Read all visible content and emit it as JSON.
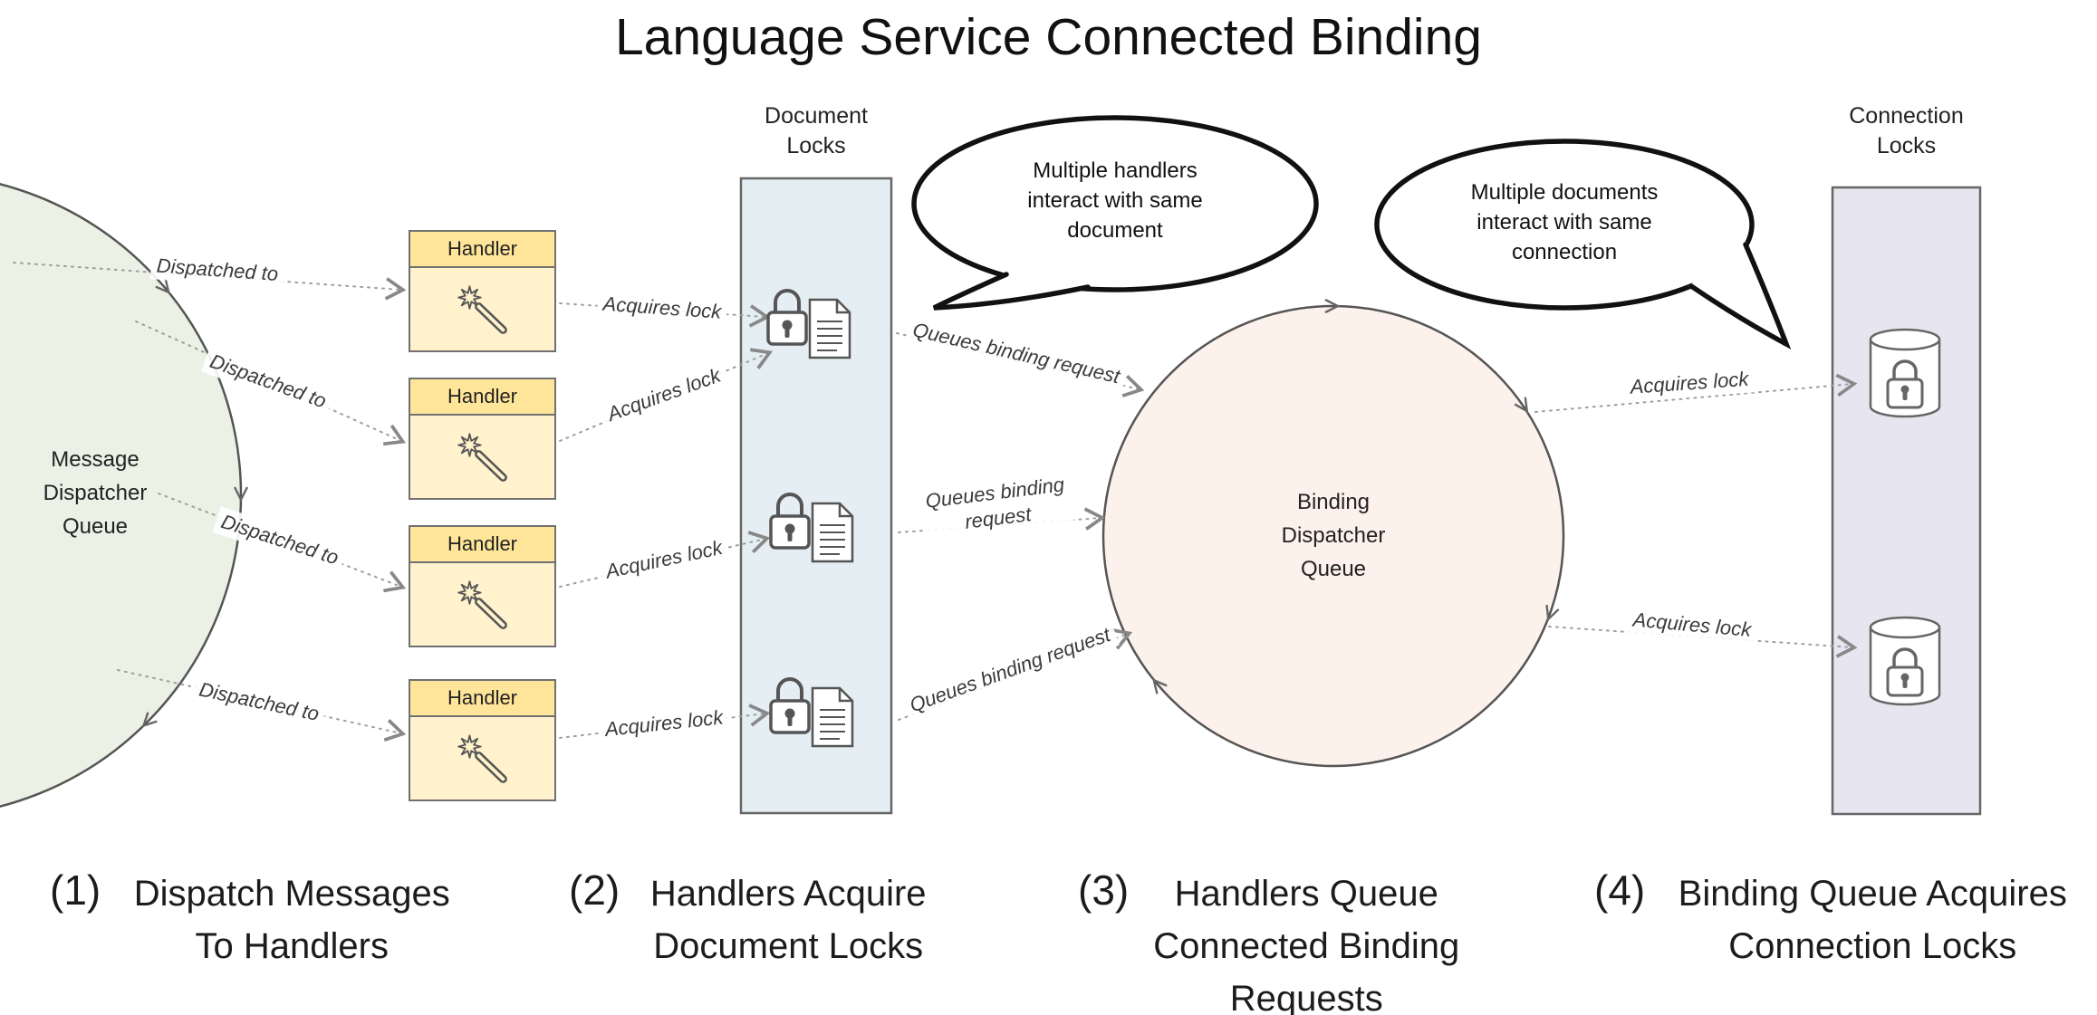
{
  "title": "Language Service Connected Binding",
  "message_queue": {
    "label": "Message\nDispatcher\nQueue"
  },
  "handler": {
    "label": "Handler"
  },
  "document_locks": {
    "title": "Document\nLocks"
  },
  "binding_queue": {
    "label": "Binding\nDispatcher\nQueue"
  },
  "connection_locks": {
    "title": "Connection\nLocks"
  },
  "bubbles": {
    "handlers": {
      "text": "Multiple handlers\ninteract with same\ndocument"
    },
    "documents": {
      "text": "Multiple documents\ninteract with same\nconnection"
    }
  },
  "edge_labels": {
    "dispatched_to": "Dispatched to",
    "acquires_lock": "Acquires lock",
    "queues_binding_request": "Queues binding request",
    "queues_binding_request_wrapped": "Queues binding\nrequest"
  },
  "captions": [
    {
      "number": "(1)",
      "text": "Dispatch Messages\nTo Handlers"
    },
    {
      "number": "(2)",
      "text": "Handlers Acquire\nDocument Locks"
    },
    {
      "number": "(3)",
      "text": "Handlers Queue\nConnected Binding\nRequests"
    },
    {
      "number": "(4)",
      "text": "Binding Queue Acquires\nConnection Locks"
    }
  ],
  "colors": {
    "handler_header": "#ffe599",
    "handler_body": "#fff2cc",
    "document_locks_fill": "#e5eef3",
    "connection_locks_fill": "#e7e5ef",
    "message_queue_fill": "#ecf1e6",
    "binding_queue_fill": "#fdf1ec",
    "connector": "#9e9e9e",
    "outline": "#666666",
    "bubble_outline": "#111111"
  }
}
